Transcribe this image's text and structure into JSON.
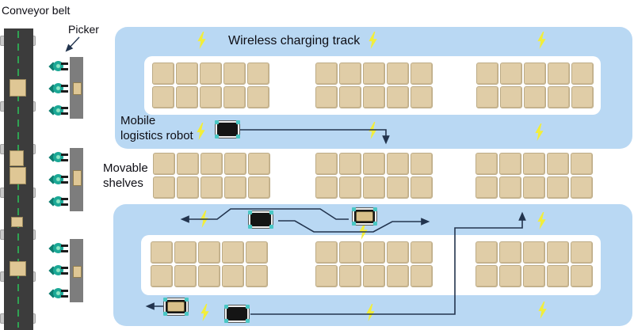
{
  "labels": {
    "conveyor_belt": "Conveyor belt",
    "picker": "Picker",
    "wireless_charging_track": "Wireless charging track",
    "mobile_logistics_robot_lines": [
      "Mobile",
      "logistics robot"
    ],
    "movable_shelves_lines": [
      "Movable",
      "shelves"
    ]
  },
  "colors": {
    "charging_track_blue": "#b9d8f3",
    "shelf_tan": "#e0cda7",
    "shelf_border": "#bcab86",
    "bolt_yellow": "#f2ee3a",
    "picker_teal": "#1ba896",
    "picker_dark_teal": "#0e7e71",
    "robot_wheel_teal": "#49c7c4",
    "robot_body_black": "#151515",
    "cargo_tan": "#d9c08a",
    "belt_dark": "#3c3c3c",
    "belt_line_green": "#2fa352",
    "workstation_gray": "#7d7d7d",
    "path_line": "#22344e"
  },
  "structure": {
    "charging_track_bands": 2,
    "shelf_grids": 9,
    "shelf_grid_cols": 5,
    "shelf_grid_rows": 2,
    "robots_empty": 3,
    "robots_loaded": 2,
    "picker_stations": 3,
    "pickers": 9,
    "lightning_bolts": 12,
    "conveyor_boxes": 5
  }
}
